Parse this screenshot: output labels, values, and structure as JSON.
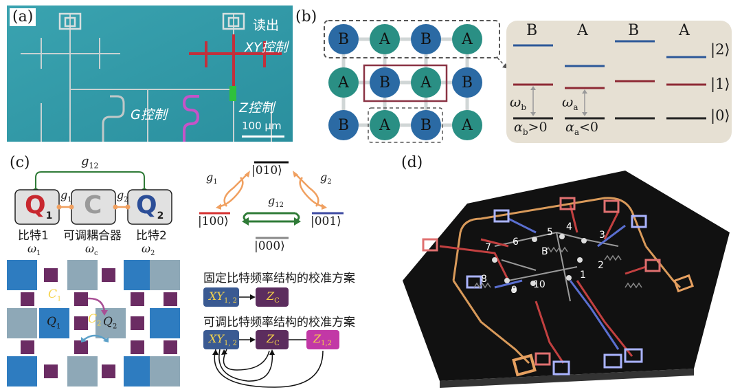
{
  "panel_a": {
    "label": "(a)",
    "readout_label": "读出",
    "xy_label": "XY控制",
    "z_label": "Z控制",
    "g_label": "G控制",
    "scale_bar": "100 μm"
  },
  "panel_b": {
    "label": "(b)",
    "grid_rows": [
      [
        "B",
        "A",
        "B",
        "A"
      ],
      [
        "A",
        "B",
        "A",
        "B"
      ],
      [
        "B",
        "A",
        "B",
        "A"
      ]
    ],
    "level_columns": [
      "B",
      "A",
      "B",
      "A"
    ],
    "ket_labels": [
      "|2⟩",
      "|1⟩",
      "|0⟩"
    ],
    "omega_b": "ω",
    "omega_b_sub": "b",
    "omega_a": "ω",
    "omega_a_sub": "a",
    "alpha_b": "α",
    "alpha_b_sub": "b",
    "alpha_b_rel": ">0",
    "alpha_a": "α",
    "alpha_a_sub": "a",
    "alpha_a_rel": "<0"
  },
  "panel_c": {
    "label": "(c)",
    "g12": "g",
    "g12_sub": "12",
    "g1": "g",
    "g1_sub": "1",
    "g2": "g",
    "g2_sub": "2",
    "q1_letter": "Q",
    "q1_sub": "1",
    "coupler_letter": "C",
    "q2_letter": "Q",
    "q2_sub": "2",
    "label_qubit1": "比特1",
    "label_coupler": "可调耦合器",
    "label_qubit2": "比特2",
    "w1": "ω",
    "w1_sub": "1",
    "wc": "ω",
    "wc_sub": "c",
    "w2": "ω",
    "w2_sub": "2",
    "lattice_c1": "C",
    "lattice_c1_sub": "1",
    "lattice_c2": "C",
    "lattice_c2_sub": "2",
    "lattice_q1": "Q",
    "lattice_q1_sub": "1",
    "lattice_q2": "Q",
    "lattice_q2_sub": "2",
    "ket_010": "|010⟩",
    "ket_100": "|100⟩",
    "ket_001": "|001⟩",
    "ket_000": "|000⟩",
    "tr_g1": "g",
    "tr_g1_sub": "1",
    "tr_g2": "g",
    "tr_g2_sub": "2",
    "tr_g12": "g",
    "tr_g12_sub": "12",
    "scheme_fixed_title": "固定比特频率结构的校准方案",
    "scheme_tunable_title": "可调比特频率结构的校准方案",
    "box_xy": "XY",
    "box_xy_sub": "1, 2",
    "box_zc": "Z",
    "box_zc_sub": "C",
    "box_z12": "Z",
    "box_z12_sub": "1,2",
    "colors": {
      "blue_dark": "#2e7cc0",
      "blue_light": "#8ea8b7",
      "purple": "#6b2c63",
      "box_blue": "#3a5a92",
      "box_purple": "#5c2d5e",
      "box_magenta": "#c238a6",
      "text_yellow": "#f6d34a"
    }
  },
  "panel_d": {
    "label": "(d)",
    "qubit_numbers": [
      "1",
      "2",
      "3",
      "4",
      "5",
      "6",
      "7",
      "8",
      "9",
      "10"
    ],
    "coupler_letter": "B"
  }
}
